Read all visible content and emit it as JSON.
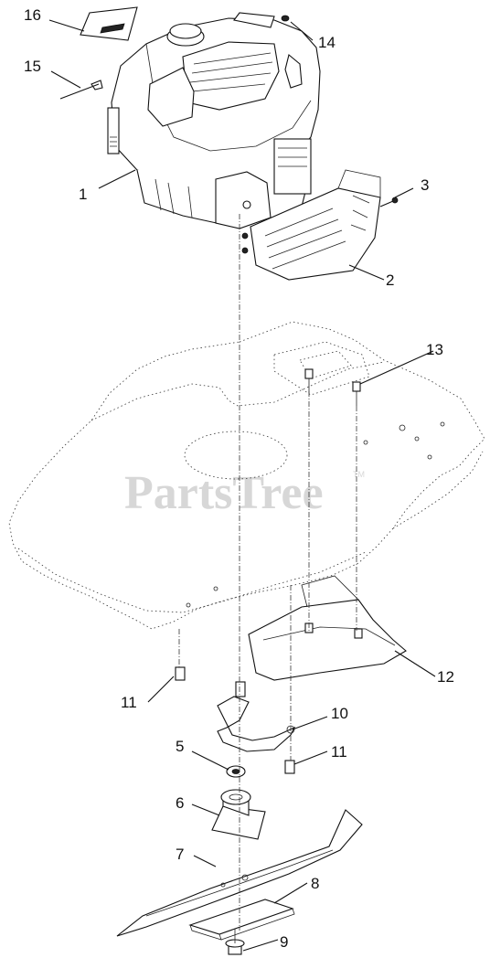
{
  "watermark": {
    "text": "PartsTree",
    "tm": "TM"
  },
  "callouts": [
    {
      "id": "16",
      "label": "16"
    },
    {
      "id": "15",
      "label": "15"
    },
    {
      "id": "14",
      "label": "14"
    },
    {
      "id": "3",
      "label": "3"
    },
    {
      "id": "1",
      "label": "1"
    },
    {
      "id": "2",
      "label": "2"
    },
    {
      "id": "13",
      "label": "13"
    },
    {
      "id": "12",
      "label": "12"
    },
    {
      "id": "11a",
      "label": "11"
    },
    {
      "id": "10",
      "label": "10"
    },
    {
      "id": "5",
      "label": "5"
    },
    {
      "id": "11b",
      "label": "11"
    },
    {
      "id": "6",
      "label": "6"
    },
    {
      "id": "7",
      "label": "7"
    },
    {
      "id": "8",
      "label": "8"
    },
    {
      "id": "9",
      "label": "9"
    }
  ]
}
